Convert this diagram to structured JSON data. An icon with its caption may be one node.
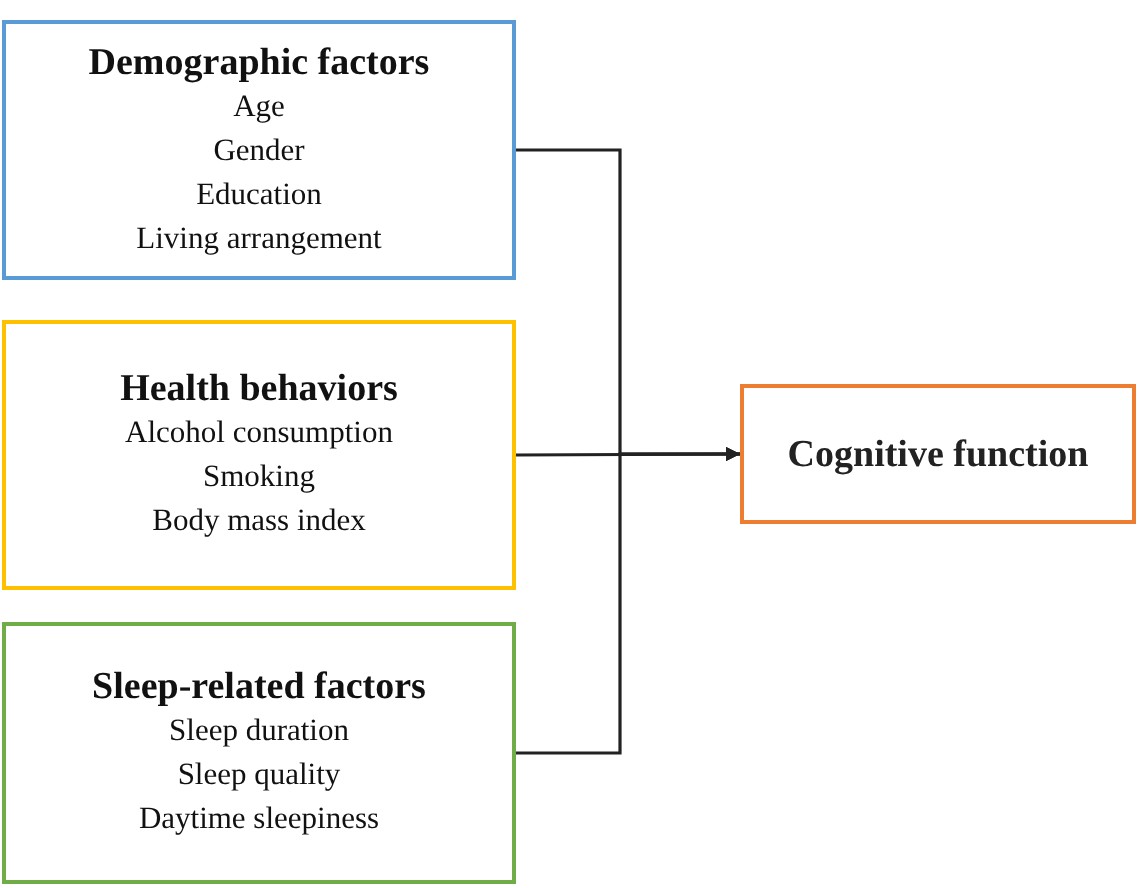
{
  "diagram": {
    "nodes": [
      {
        "text": [
          "Demographic factors",
          "Age",
          "Gender",
          "Education",
          "Living arrangement"
        ]
      },
      {
        "text": [
          "Health behaviors",
          "Alcohol consumption",
          "Smoking",
          "Body mass index"
        ]
      },
      {
        "text": [
          "Sleep-related factors",
          "Sleep duration",
          "Sleep quality",
          "Daytime sleepiness"
        ]
      },
      {
        "text": [
          "Cognitive function"
        ]
      }
    ],
    "edges": [
      {
        "from": 0,
        "to": 3,
        "arrow": "to"
      },
      {
        "from": 1,
        "to": 3,
        "arrow": "to"
      },
      {
        "from": 2,
        "to": 3,
        "arrow": "to"
      }
    ]
  }
}
